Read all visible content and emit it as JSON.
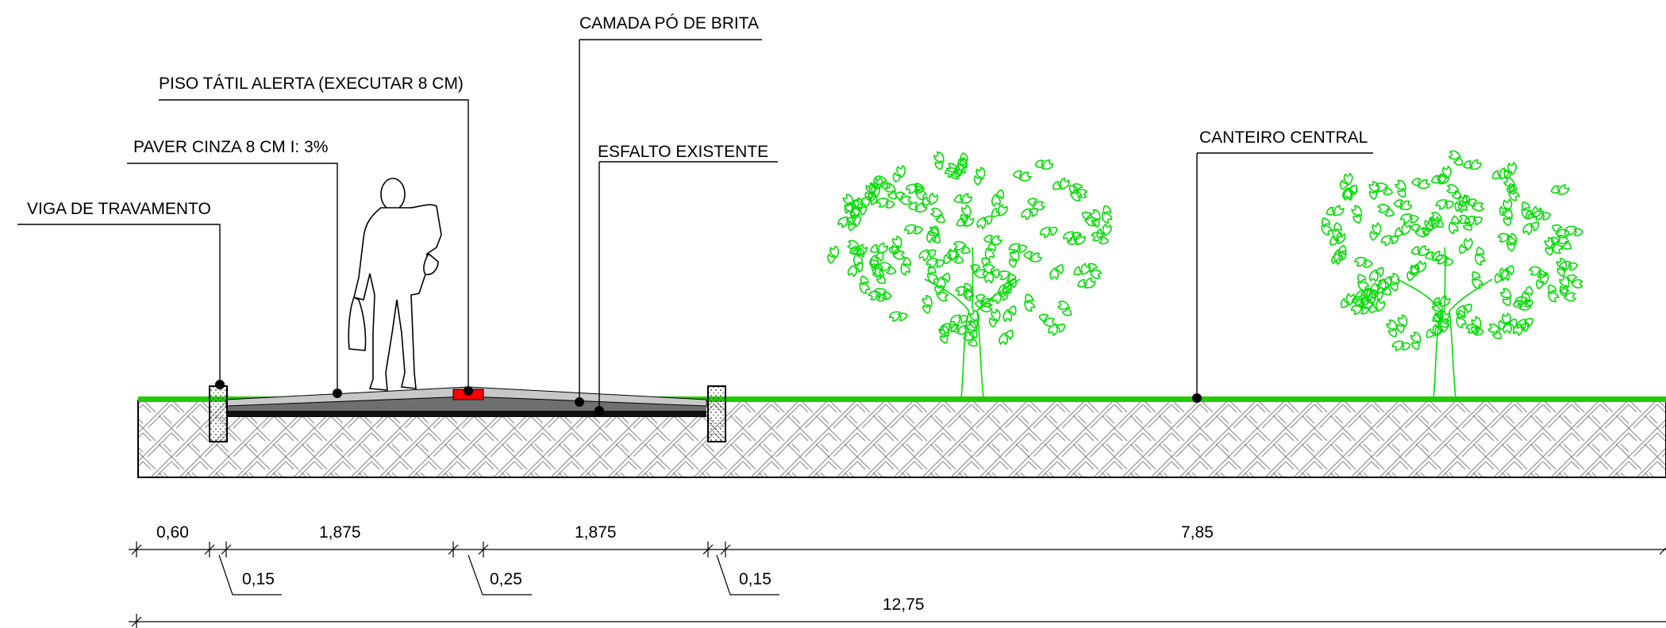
{
  "callouts": {
    "camada": "CAMADA PÓ DE BRITA",
    "piso": "PISO TÁTIL ALERTA (EXECUTAR 8 CM)",
    "paver": "PAVER CINZA 8 CM I: 3%",
    "esfalto": "ESFALTO EXISTENTE",
    "viga": "VIGA DE TRAVAMENTO",
    "canteiro": "CANTEIRO CENTRAL"
  },
  "dimensions": {
    "d1": "0,60",
    "d2": "1,875",
    "d3": "1,875",
    "d4": "7,85",
    "d5": "0,15",
    "d6": "0,25",
    "d7": "0,15",
    "total": "12,75"
  },
  "colors": {
    "grass": "#22cc00",
    "tree": "#00dd00",
    "tactile": "#ff0000",
    "paver": "#c8c8c8",
    "gravel": "#6f6f6f",
    "asphalt": "#111111"
  }
}
